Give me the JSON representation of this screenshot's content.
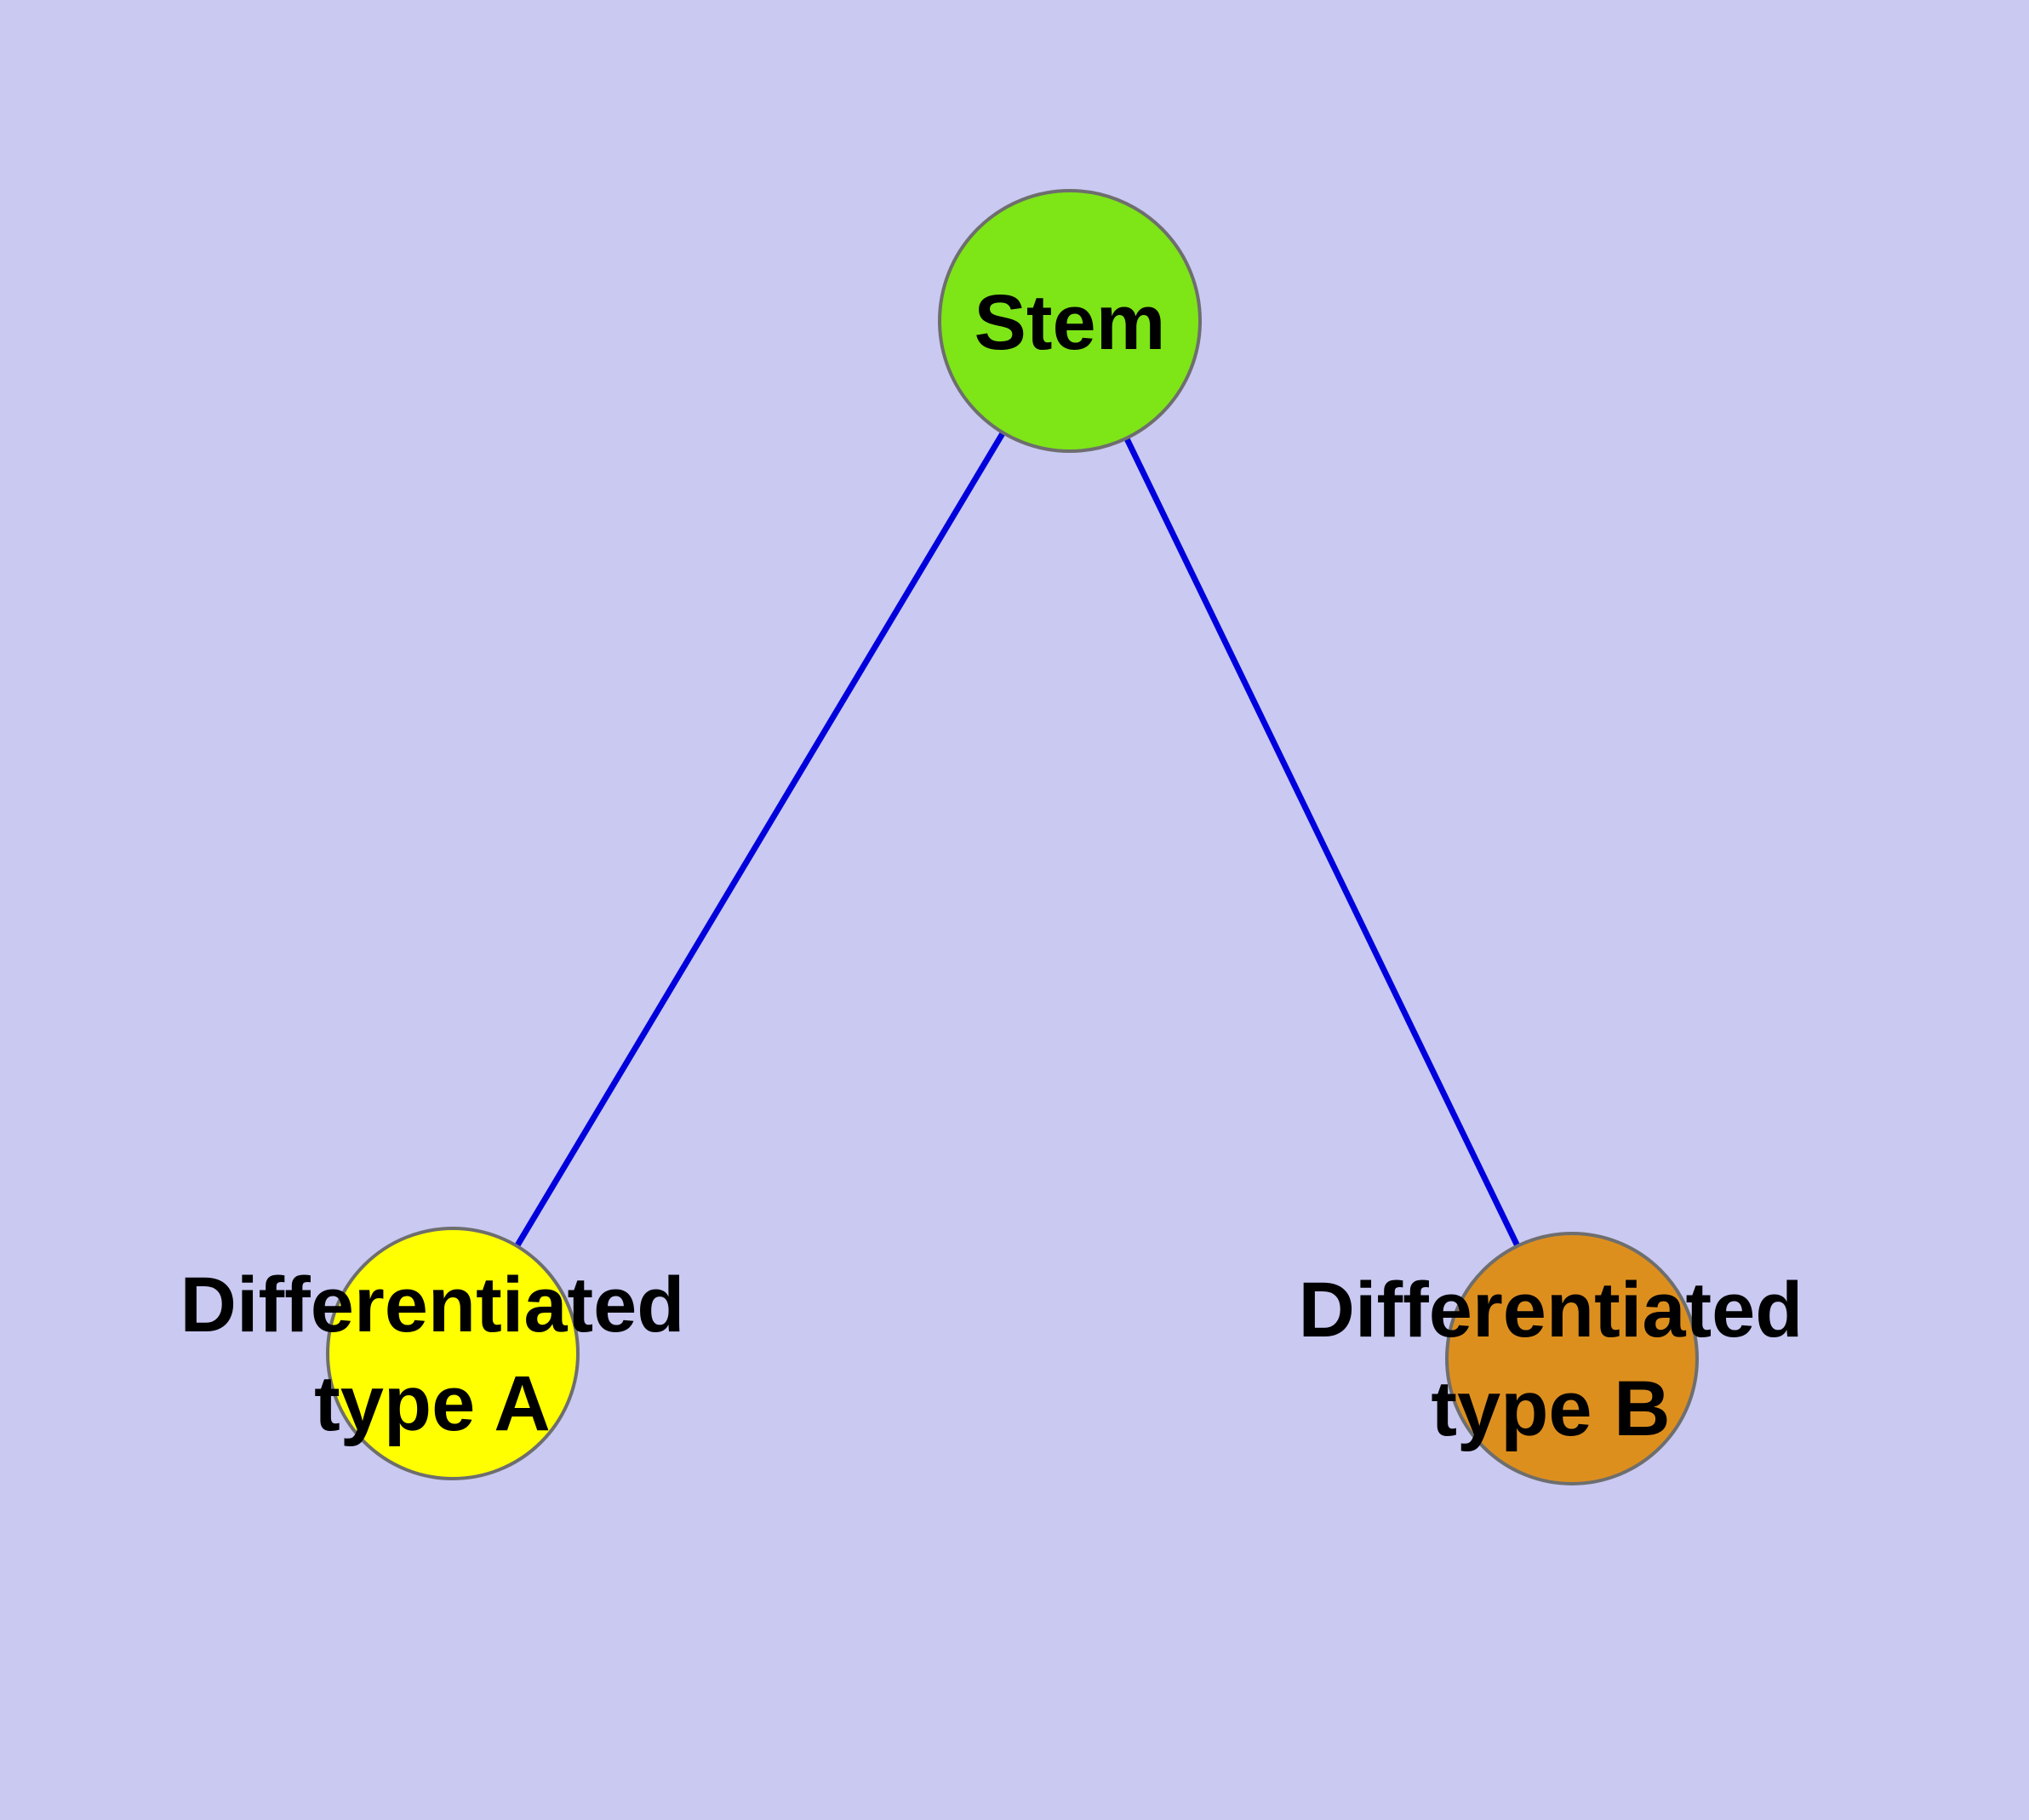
{
  "diagram": {
    "type": "node-link-graph",
    "background_color": "#c9c9f2",
    "edge_color": "#0000dd",
    "node_border_color": "#6e6e6e",
    "text_color": "#000000",
    "nodes": {
      "stem": {
        "label": "Stem",
        "fill": "#7ee517"
      },
      "diff_a": {
        "label_line1": "Differentiated",
        "label_line2": "type A",
        "fill": "#ffff00"
      },
      "diff_b": {
        "label_line1": "Differentiated",
        "label_line2": "type B",
        "fill": "#dd8f1e"
      }
    },
    "edges": [
      {
        "from": "Stem",
        "to": "Differentiated type A"
      },
      {
        "from": "Stem",
        "to": "Differentiated type B"
      }
    ]
  }
}
